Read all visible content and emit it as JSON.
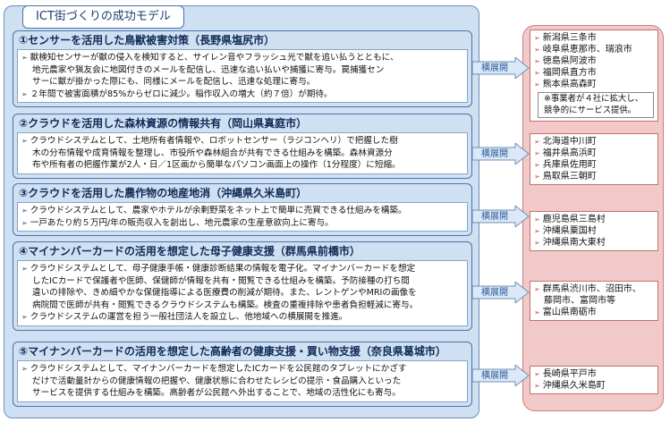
{
  "title": "ICT街づくりの成功モデル",
  "spread_label": "横展開",
  "sections": [
    {
      "heading": "①センサーを活用した鳥獣被害対策（長野県塩尻市）",
      "lines": [
        "獣検知センサーが獣の侵入を検知すると、サイレン音やフラッシュ光で獣を追い払うとともに、",
        "地元農家や猟友会に地図付きのメールを配信し、迅速な追い払いや捕獲に寄与。罠捕獲セン",
        "サーに獣が掛かった際にも、同様にメールを配信し、迅速な処理に寄与。",
        "２年間で被害面積が85%からゼロに減少。稲作収入の増大（約７倍）が期待。"
      ],
      "bullets": [
        0,
        3
      ]
    },
    {
      "heading": "②クラウドを活用した森林資源の情報共有（岡山県真庭市）",
      "lines": [
        "クラウドシステムとして、土地所有者情報や、ロボットセンサー（ラジコンヘリ）で把握した樹",
        "木の分布情報や成育情報を整理し、市役所や森林組合が共有できる仕組みを構築。森林資源分",
        "布や所有者の把握作業が2人・日／1区画から簡単なパソコン画面上の操作（1分程度）に短縮。"
      ],
      "bullets": [
        0
      ]
    },
    {
      "heading": "③クラウドを活用した農作物の地産地消（沖縄県久米島町）",
      "lines": [
        "クラウドシステムとして、農家やホテルが余剰野菜をネット上で簡単に売買できる仕組みを構築。",
        "一戸あたり約５万円/年の販売収入を創出し、地元農家の生産意欲向上に寄与。"
      ],
      "bullets": [
        0,
        1
      ]
    },
    {
      "heading": "④マイナンバーカードの活用を想定した母子健康支援（群馬県前橋市）",
      "lines": [
        "クラウドシステムとして、母子健康手帳・健康診断結果の情報を電子化。マイナンバーカードを想定",
        "したICカードで保護者や医師、保健師が情報を共有・閲覧できる仕組みを構築。予防接種の打ち間",
        "違いの排除や、きめ細やかな保健指導による医療費の削減が期待。また、レントゲンやMRIの画像を",
        "病院間で医師が共有・閲覧できるクラウドシステムも構築。検査の重複排除や患者負担軽減に寄与。",
        "クラウドシステムの運営を担う一般社団法人を設立し、他地域への横展開を推進。"
      ],
      "bullets": [
        0,
        4
      ]
    },
    {
      "heading": "⑤マイナンバーカードの活用を想定した高齢者の健康支援・買い物支援（奈良県葛城市）",
      "lines": [
        "クラウドシステムとして、マイナンバーカードを想定したICカードを公民館のタブレットにかざす",
        "だけで活動量計からの健康情報の把握や、健康状態に合わせたレシピの提示・食品購入といった",
        "サービスを提供する仕組みを構築。高齢者が公民館へ外出することで、地域の活性化にも寄与。"
      ],
      "bullets": [
        0
      ]
    }
  ],
  "results": [
    {
      "cities": [
        "新潟県三条市",
        "岐阜県恵那市、瑞浪市",
        "徳島県阿波市",
        "福岡県直方市",
        "熊本県高森町"
      ],
      "note": [
        "※事業者が４社に拡大し、",
        "競争的にサービス提供。"
      ]
    },
    {
      "cities": [
        "北海道中川町",
        "福井県高浜町",
        "兵庫県佐用町",
        "鳥取県三朝町"
      ]
    },
    {
      "cities": [
        "鹿児島県三島村",
        "沖縄県粟国村",
        "沖縄県南大東村"
      ]
    },
    {
      "cities": [
        "群馬県渋川市、沼田市、",
        "藤岡市、富岡市等",
        "富山県南砺市"
      ]
    },
    {
      "cities": [
        "長崎県平戸市",
        "沖縄県久米島町"
      ]
    }
  ]
}
